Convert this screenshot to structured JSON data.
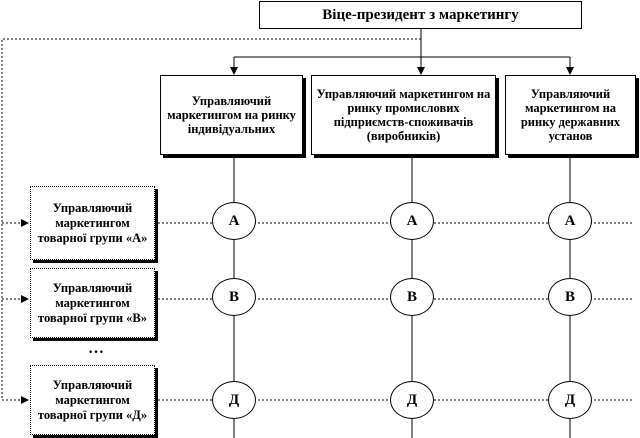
{
  "vice_president": "Віце-президент з маркетингу",
  "market_managers": [
    "Управляючий маркетингом на ринку індивідуальних",
    "Управляючий маркетингом на ринку промислових підприємств-споживачів (виробників)",
    "Управляючий маркетингом на ринку державних установ"
  ],
  "product_group_managers": [
    "Управляючий маркетингом товарної групи «А»",
    "Управляючий маркетингом товарної групи «В»",
    "Управляючий маркетингом товарної групи «Д»"
  ],
  "ellipsis": "…",
  "node_labels": [
    "А",
    "В",
    "Д"
  ]
}
